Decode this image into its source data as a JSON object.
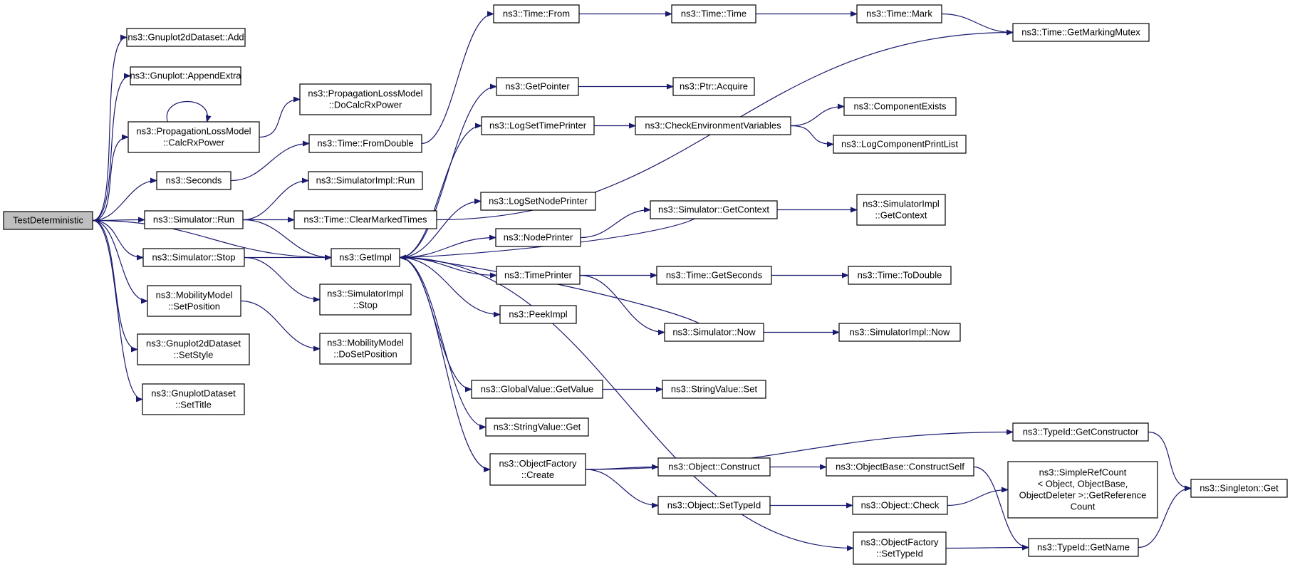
{
  "colors": {
    "edge": "#191970",
    "root_fill": "#bfbfbf",
    "node_fill": "#ffffff",
    "node_border": "#000000",
    "truncated_border": "#ff0000"
  },
  "nodes": [
    {
      "id": "testdeterministic",
      "lines": [
        "TestDeterministic"
      ],
      "root": true
    },
    {
      "id": "gnuplot2d-add",
      "lines": [
        "ns3::Gnuplot2dDataset::Add"
      ]
    },
    {
      "id": "gnuplot-appendextra",
      "lines": [
        "ns3::Gnuplot::AppendExtra"
      ]
    },
    {
      "id": "plm-calcrxpower",
      "lines": [
        "ns3::PropagationLossModel",
        "::CalcRxPower"
      ]
    },
    {
      "id": "plm-docalcrxpower",
      "lines": [
        "ns3::PropagationLossModel",
        "::DoCalcRxPower"
      ]
    },
    {
      "id": "seconds",
      "lines": [
        "ns3::Seconds"
      ]
    },
    {
      "id": "time-fromdouble",
      "lines": [
        "ns3::Time::FromDouble"
      ]
    },
    {
      "id": "simulator-run",
      "lines": [
        "ns3::Simulator::Run"
      ]
    },
    {
      "id": "simimpl-run",
      "lines": [
        "ns3::SimulatorImpl::Run"
      ]
    },
    {
      "id": "time-clearmarkedtimes",
      "lines": [
        "ns3::Time::ClearMarkedTimes"
      ]
    },
    {
      "id": "simulator-stop",
      "lines": [
        "ns3::Simulator::Stop"
      ]
    },
    {
      "id": "getimpl",
      "lines": [
        "ns3::GetImpl"
      ]
    },
    {
      "id": "simimpl-stop",
      "lines": [
        "ns3::SimulatorImpl",
        "::Stop"
      ]
    },
    {
      "id": "mobility-setposition",
      "lines": [
        "ns3::MobilityModel",
        "::SetPosition"
      ]
    },
    {
      "id": "mobility-dosetposition",
      "lines": [
        "ns3::MobilityModel",
        "::DoSetPosition"
      ]
    },
    {
      "id": "gnuplot2d-setstyle",
      "lines": [
        "ns3::Gnuplot2dDataset",
        "::SetStyle"
      ]
    },
    {
      "id": "gnuplotdataset-settitle",
      "lines": [
        "ns3::GnuplotDataset",
        "::SetTitle"
      ]
    },
    {
      "id": "time-from",
      "lines": [
        "ns3::Time::From"
      ]
    },
    {
      "id": "time-time",
      "lines": [
        "ns3::Time::Time"
      ]
    },
    {
      "id": "time-mark",
      "lines": [
        "ns3::Time::Mark"
      ]
    },
    {
      "id": "time-getmarkingmutex",
      "lines": [
        "ns3::Time::GetMarkingMutex"
      ]
    },
    {
      "id": "getpointer",
      "lines": [
        "ns3::GetPointer"
      ]
    },
    {
      "id": "ptr-acquire",
      "lines": [
        "ns3::Ptr::Acquire"
      ]
    },
    {
      "id": "logsettimeprinter",
      "lines": [
        "ns3::LogSetTimePrinter"
      ]
    },
    {
      "id": "checkenvvars",
      "lines": [
        "ns3::CheckEnvironmentVariables"
      ]
    },
    {
      "id": "componentexists",
      "lines": [
        "ns3::ComponentExists"
      ],
      "truncated": true
    },
    {
      "id": "logcomponentprintlist",
      "lines": [
        "ns3::LogComponentPrintList"
      ],
      "truncated": true
    },
    {
      "id": "logsetnodeprinter",
      "lines": [
        "ns3::LogSetNodePrinter"
      ]
    },
    {
      "id": "simulator-getcontext",
      "lines": [
        "ns3::Simulator::GetContext"
      ]
    },
    {
      "id": "simimpl-getcontext",
      "lines": [
        "ns3::SimulatorImpl",
        "::GetContext"
      ]
    },
    {
      "id": "nodeprinter",
      "lines": [
        "ns3::NodePrinter"
      ]
    },
    {
      "id": "timeprinter",
      "lines": [
        "ns3::TimePrinter"
      ]
    },
    {
      "id": "time-getseconds",
      "lines": [
        "ns3::Time::GetSeconds"
      ]
    },
    {
      "id": "time-todouble",
      "lines": [
        "ns3::Time::ToDouble"
      ],
      "truncated": true
    },
    {
      "id": "peekimpl",
      "lines": [
        "ns3::PeekImpl"
      ]
    },
    {
      "id": "simulator-now",
      "lines": [
        "ns3::Simulator::Now"
      ]
    },
    {
      "id": "simimpl-now",
      "lines": [
        "ns3::SimulatorImpl::Now"
      ]
    },
    {
      "id": "globalvalue-getvalue",
      "lines": [
        "ns3::GlobalValue::GetValue"
      ]
    },
    {
      "id": "stringvalue-set",
      "lines": [
        "ns3::StringValue::Set"
      ]
    },
    {
      "id": "stringvalue-get",
      "lines": [
        "ns3::StringValue::Get"
      ]
    },
    {
      "id": "objectfactory-create",
      "lines": [
        "ns3::ObjectFactory",
        "::Create"
      ]
    },
    {
      "id": "typeid-getconstructor",
      "lines": [
        "ns3::TypeId::GetConstructor"
      ]
    },
    {
      "id": "object-construct",
      "lines": [
        "ns3::Object::Construct"
      ]
    },
    {
      "id": "objectbase-constructself",
      "lines": [
        "ns3::ObjectBase::ConstructSelf"
      ],
      "truncated": true
    },
    {
      "id": "object-settypeid",
      "lines": [
        "ns3::Object::SetTypeId"
      ]
    },
    {
      "id": "object-check",
      "lines": [
        "ns3::Object::Check"
      ]
    },
    {
      "id": "simplerefcount-getreferencecount",
      "lines": [
        "ns3::SimpleRefCount",
        "< Object, ObjectBase,",
        " ObjectDeleter >::GetReference",
        "Count"
      ]
    },
    {
      "id": "singleton-get",
      "lines": [
        "ns3::Singleton::Get"
      ]
    },
    {
      "id": "objectfactory-settypeid",
      "lines": [
        "ns3::ObjectFactory",
        "::SetTypeId"
      ]
    },
    {
      "id": "typeid-getname",
      "lines": [
        "ns3::TypeId::GetName"
      ]
    }
  ],
  "edges": [
    [
      "testdeterministic",
      "gnuplot2d-add"
    ],
    [
      "testdeterministic",
      "gnuplot-appendextra"
    ],
    [
      "testdeterministic",
      "plm-calcrxpower"
    ],
    [
      "testdeterministic",
      "seconds"
    ],
    [
      "testdeterministic",
      "simulator-run"
    ],
    [
      "testdeterministic",
      "getimpl"
    ],
    [
      "testdeterministic",
      "simulator-stop"
    ],
    [
      "testdeterministic",
      "mobility-setposition"
    ],
    [
      "testdeterministic",
      "gnuplot2d-setstyle"
    ],
    [
      "testdeterministic",
      "gnuplotdataset-settitle"
    ],
    [
      "plm-calcrxpower",
      "plm-calcrxpower"
    ],
    [
      "plm-calcrxpower",
      "plm-docalcrxpower"
    ],
    [
      "seconds",
      "time-fromdouble"
    ],
    [
      "simulator-run",
      "simimpl-run"
    ],
    [
      "simulator-run",
      "time-clearmarkedtimes"
    ],
    [
      "simulator-run",
      "getimpl"
    ],
    [
      "simulator-stop",
      "getimpl"
    ],
    [
      "simulator-stop",
      "simimpl-stop"
    ],
    [
      "mobility-setposition",
      "mobility-dosetposition"
    ],
    [
      "time-fromdouble",
      "time-from"
    ],
    [
      "time-from",
      "time-time"
    ],
    [
      "time-time",
      "time-mark"
    ],
    [
      "time-mark",
      "time-getmarkingmutex"
    ],
    [
      "time-clearmarkedtimes",
      "time-getmarkingmutex"
    ],
    [
      "getimpl",
      "getpointer"
    ],
    [
      "getimpl",
      "logsettimeprinter"
    ],
    [
      "getimpl",
      "logsetnodeprinter"
    ],
    [
      "getimpl",
      "nodeprinter"
    ],
    [
      "getimpl",
      "timeprinter"
    ],
    [
      "getimpl",
      "peekimpl"
    ],
    [
      "getimpl",
      "globalvalue-getvalue"
    ],
    [
      "getimpl",
      "stringvalue-get"
    ],
    [
      "getimpl",
      "objectfactory-create"
    ],
    [
      "getimpl",
      "objectfactory-settypeid"
    ],
    [
      "simulator-getcontext",
      "getimpl"
    ],
    [
      "simulator-now",
      "getimpl"
    ],
    [
      "getpointer",
      "ptr-acquire"
    ],
    [
      "logsettimeprinter",
      "checkenvvars"
    ],
    [
      "checkenvvars",
      "componentexists"
    ],
    [
      "checkenvvars",
      "logcomponentprintlist"
    ],
    [
      "nodeprinter",
      "simulator-getcontext"
    ],
    [
      "simulator-getcontext",
      "simimpl-getcontext"
    ],
    [
      "timeprinter",
      "time-getseconds"
    ],
    [
      "timeprinter",
      "simulator-now"
    ],
    [
      "time-getseconds",
      "time-todouble"
    ],
    [
      "simulator-now",
      "simimpl-now"
    ],
    [
      "globalvalue-getvalue",
      "stringvalue-set"
    ],
    [
      "objectfactory-create",
      "typeid-getconstructor"
    ],
    [
      "objectfactory-create",
      "object-construct"
    ],
    [
      "objectfactory-create",
      "object-settypeid"
    ],
    [
      "typeid-getconstructor",
      "singleton-get"
    ],
    [
      "object-construct",
      "objectbase-constructself"
    ],
    [
      "objectbase-constructself",
      "typeid-getname"
    ],
    [
      "object-settypeid",
      "object-check"
    ],
    [
      "object-check",
      "simplerefcount-getreferencecount"
    ],
    [
      "objectfactory-settypeid",
      "typeid-getname"
    ],
    [
      "typeid-getname",
      "singleton-get"
    ]
  ]
}
